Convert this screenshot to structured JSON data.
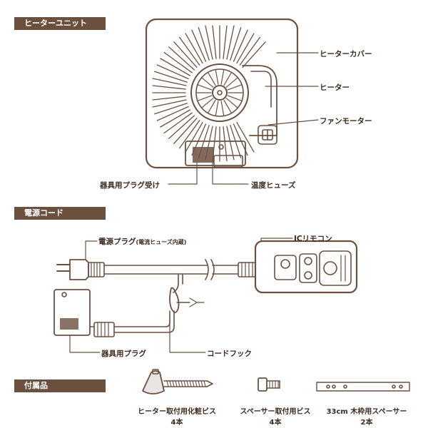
{
  "sections": {
    "heater_unit": "ヒーターユニット",
    "power_cord": "電源コード",
    "accessories": "付属品"
  },
  "heater_labels": {
    "cover": "ヒーターカバー",
    "heater": "ヒーター",
    "fan_motor": "ファンモーター",
    "socket": "器具用プラグ受け",
    "fuse": "温度ヒューズ"
  },
  "cord_labels": {
    "power_plug": "電源プラグ",
    "power_plug_note": "(電流ヒューズ内蔵)",
    "remote": "ICリモコン",
    "appliance_plug": "器具用プラグ",
    "cord_hook": "コードフック"
  },
  "accessory_items": [
    {
      "name": "ヒーター取付用化粧ビス",
      "qty": "4本"
    },
    {
      "name": "スペーサー取付用ビス",
      "qty": "4本"
    },
    {
      "name": "33cm 木枠用スペーサー",
      "qty": "2本"
    }
  ],
  "colors": {
    "line": "#6b5040",
    "tag": "#6b5040"
  }
}
